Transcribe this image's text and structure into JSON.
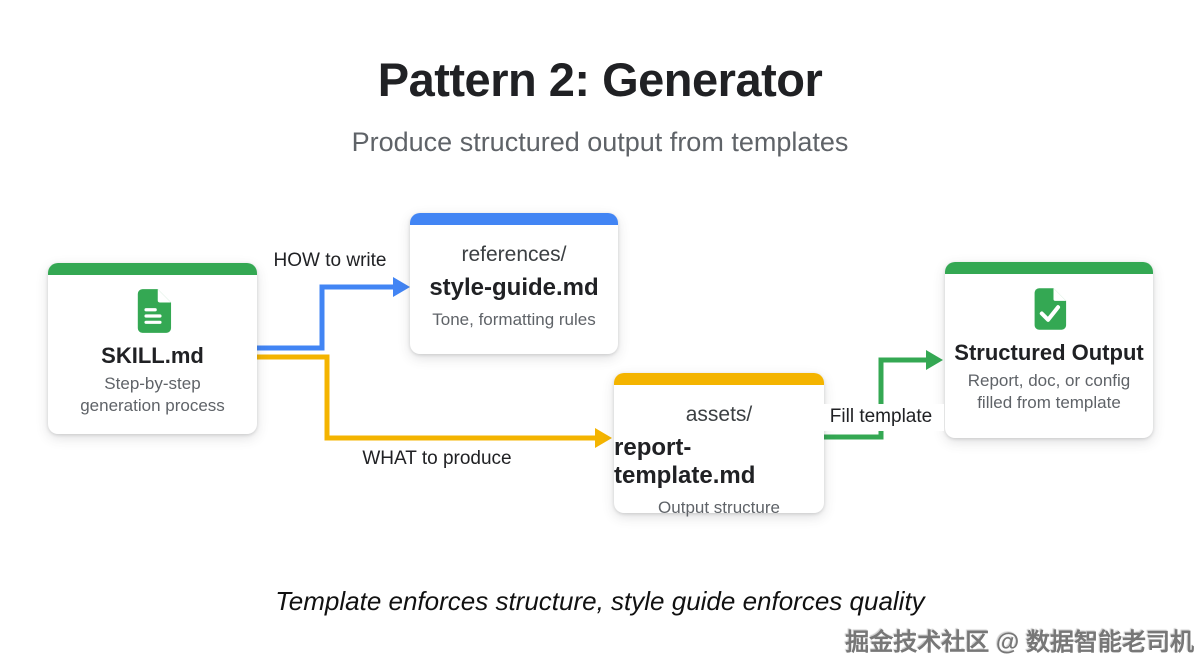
{
  "header": {
    "title": "Pattern 2: Generator",
    "subtitle": "Produce structured output from templates"
  },
  "nodes": {
    "skill": {
      "title": "SKILL.md",
      "description": "Step-by-step generation process",
      "accent": "#34a853",
      "icon": "document-icon"
    },
    "style_guide": {
      "folder": "references/",
      "file": "style-guide.md",
      "description": "Tone, formatting rules",
      "accent": "#4285f4"
    },
    "template": {
      "folder": "assets/",
      "file": "report-template.md",
      "description": "Output structure",
      "accent": "#f4b400"
    },
    "output": {
      "title": "Structured Output",
      "description": "Report, doc, or config filled from template",
      "accent": "#34a853",
      "icon": "document-check-icon"
    }
  },
  "edges": {
    "how": {
      "label": "HOW to write",
      "color": "#4285f4"
    },
    "what": {
      "label": "WHAT to produce",
      "color": "#f4b400"
    },
    "fill": {
      "label": "Fill template",
      "color": "#34a853"
    }
  },
  "footer": {
    "caption": "Template enforces structure, style guide enforces quality"
  },
  "watermark": {
    "text": "掘金技术社区 @ 数据智能老司机"
  }
}
